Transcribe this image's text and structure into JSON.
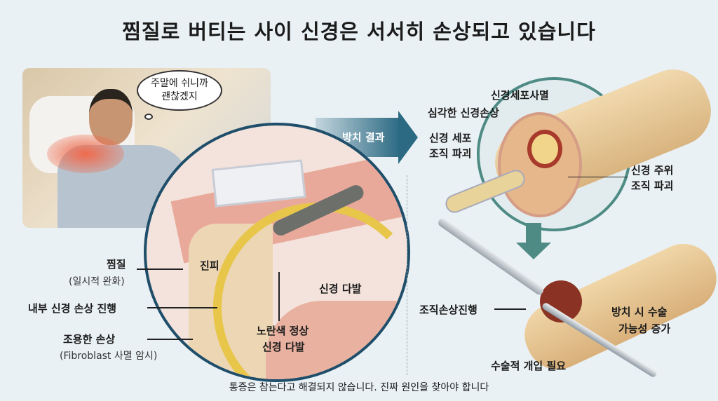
{
  "title": "찜질로 버티는 사이 신경은 서서히 손상되고 있습니다",
  "thought_bubble": {
    "line1": "주말에 쉬니까",
    "line2": "괜찮겠지"
  },
  "arrow_label": "방치 결과",
  "left_labels": {
    "heat_pack": "찜질",
    "heat_pack_sub": "(일시적 완화)",
    "internal_damage": "내부 신경 손상 진행",
    "silent_damage": "조용한 손상",
    "silent_damage_sub": "(Fibroblast 사멸 암시)",
    "dermis": "진피",
    "nerve_bundle": "신경 다발",
    "yellow_nerve_line1": "노란색 정상",
    "yellow_nerve_line2": "신경 다발"
  },
  "right_top_labels": {
    "cell_death": "신경세포사멸",
    "severe_damage": "심각한 신경손상",
    "cell_tissue_line1": "신경 세포",
    "cell_tissue_line2": "조직 파괴",
    "peri_tissue_line1": "신경 주위",
    "peri_tissue_line2": "조직 파괴"
  },
  "right_bottom_labels": {
    "tissue_progress": "조직손상진행",
    "surgery_risk_line1": "방치 시 수술",
    "surgery_risk_line2": "가능성 증가",
    "surgery_needed": "수술적 개입 필요"
  },
  "footer": "통증은 참는다고 해결되지 않습니다. 진짜 원인을 찾아야 합니다",
  "colors": {
    "accent": "#2c6a83",
    "teal": "#4d8b84",
    "nerve": "#e8c64a",
    "skin": "#e8a58e"
  }
}
